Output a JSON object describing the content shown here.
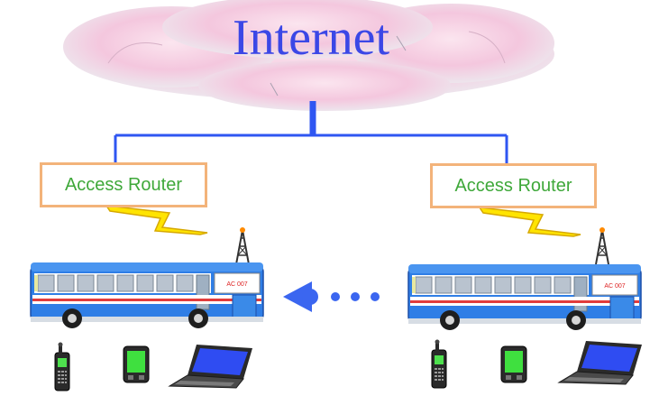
{
  "cloud": {
    "label": "Internet"
  },
  "routers": [
    {
      "label": "Access Router"
    },
    {
      "label": "Access Router"
    }
  ],
  "buses": [
    {
      "sign": "AC 007"
    },
    {
      "sign": "AC 007"
    }
  ],
  "colors": {
    "link": "#2f56f2",
    "router_border": "#f3b37a",
    "router_text": "#3fa83a",
    "lightning": "#ffe400",
    "bus_body": "#2f7ee6",
    "cloud": "#f4c7de",
    "arrow": "#3b66f0"
  },
  "icons": [
    "internet-cloud",
    "wireless-lightning",
    "bus-antenna",
    "mobile-phone",
    "pda",
    "laptop",
    "movement-arrow"
  ]
}
